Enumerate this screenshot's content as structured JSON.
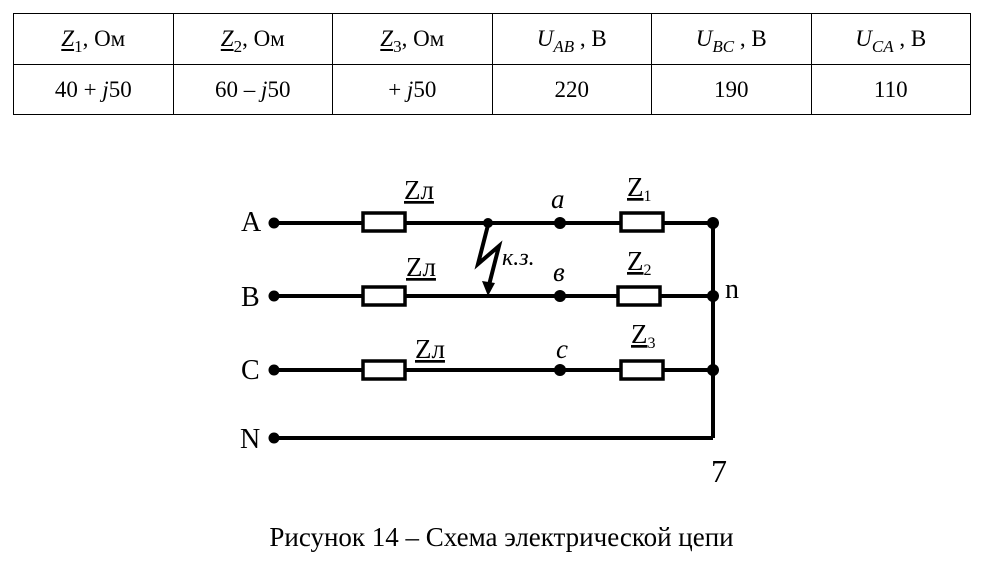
{
  "table": {
    "headers": [
      {
        "sym": "Z",
        "sub": "1",
        "unit": ", Ом"
      },
      {
        "sym": "Z",
        "sub": "2",
        "unit": ", Ом"
      },
      {
        "sym": "Z",
        "sub": "3",
        "unit": ", Ом"
      },
      {
        "sym": "U",
        "sub": "AB",
        "unit": " , В"
      },
      {
        "sym": "U",
        "sub": "BC",
        "unit": " , В"
      },
      {
        "sym": "U",
        "sub": "CA",
        "unit": " , В"
      }
    ],
    "values": [
      {
        "pre": "40 + ",
        "j": "j",
        "post": "50"
      },
      {
        "pre": "60 – ",
        "j": "j",
        "post": "50"
      },
      {
        "pre": "+ ",
        "j": "j",
        "post": "50"
      },
      {
        "pre": "220",
        "j": "",
        "post": ""
      },
      {
        "pre": "190",
        "j": "",
        "post": ""
      },
      {
        "pre": "110",
        "j": "",
        "post": ""
      }
    ]
  },
  "diagram": {
    "phase_labels": [
      "A",
      "B",
      "C",
      "N"
    ],
    "line_impedance_label": "Zл",
    "node_labels": [
      "a",
      "в",
      "c"
    ],
    "load_labels": [
      {
        "sym": "Z",
        "sub": "1"
      },
      {
        "sym": "Z",
        "sub": "2"
      },
      {
        "sym": "Z",
        "sub": "3"
      }
    ],
    "neutral_label": "n",
    "fault_label": "к.з.",
    "variant_number": "7"
  },
  "caption": "Рисунок 14 – Схема электрической цепи"
}
